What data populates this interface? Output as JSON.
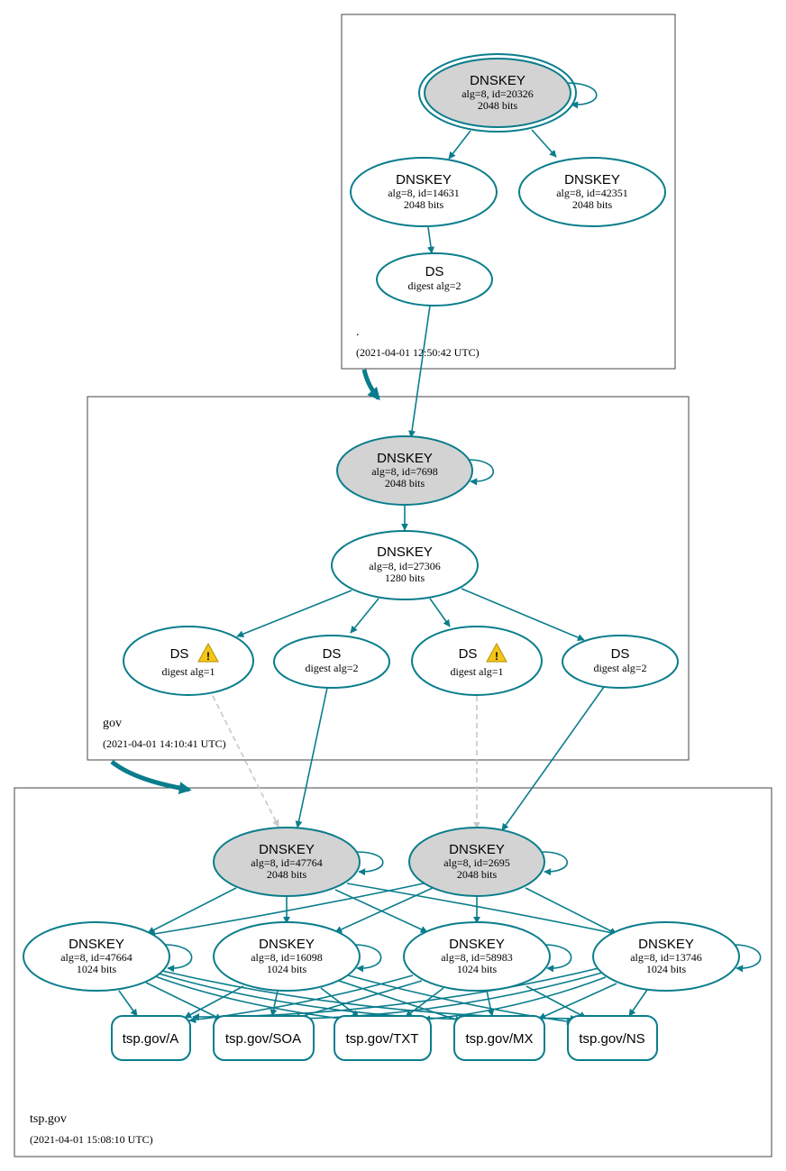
{
  "colors": {
    "edge": "#0a7d8c",
    "dashed_edge": "#c8c8c8",
    "sep_fill": "#d3d3d3",
    "warning": "#f5c518"
  },
  "zones": {
    "root": {
      "name": ".",
      "time": "(2021-04-01 12:50:42 UTC)"
    },
    "gov": {
      "name": "gov",
      "time": "(2021-04-01 14:10:41 UTC)"
    },
    "tsp": {
      "name": "tsp.gov",
      "time": "(2021-04-01 15:08:10 UTC)"
    }
  },
  "nodes": {
    "root_ksk": {
      "title": "DNSKEY",
      "line1": "alg=8, id=20326",
      "line2": "2048 bits"
    },
    "root_zsk1": {
      "title": "DNSKEY",
      "line1": "alg=8, id=14631",
      "line2": "2048 bits"
    },
    "root_zsk2": {
      "title": "DNSKEY",
      "line1": "alg=8, id=42351",
      "line2": "2048 bits"
    },
    "root_ds": {
      "title": "DS",
      "line1": "digest alg=2"
    },
    "gov_ksk": {
      "title": "DNSKEY",
      "line1": "alg=8, id=7698",
      "line2": "2048 bits"
    },
    "gov_zsk": {
      "title": "DNSKEY",
      "line1": "alg=8, id=27306",
      "line2": "1280 bits"
    },
    "gov_ds1": {
      "title": "DS",
      "line1": "digest alg=1",
      "warning": true
    },
    "gov_ds2": {
      "title": "DS",
      "line1": "digest alg=2"
    },
    "gov_ds3": {
      "title": "DS",
      "line1": "digest alg=1",
      "warning": true
    },
    "gov_ds4": {
      "title": "DS",
      "line1": "digest alg=2"
    },
    "tsp_ksk1": {
      "title": "DNSKEY",
      "line1": "alg=8, id=47764",
      "line2": "2048 bits"
    },
    "tsp_ksk2": {
      "title": "DNSKEY",
      "line1": "alg=8, id=2695",
      "line2": "2048 bits"
    },
    "tsp_zsk1": {
      "title": "DNSKEY",
      "line1": "alg=8, id=47664",
      "line2": "1024 bits"
    },
    "tsp_zsk2": {
      "title": "DNSKEY",
      "line1": "alg=8, id=16098",
      "line2": "1024 bits"
    },
    "tsp_zsk3": {
      "title": "DNSKEY",
      "line1": "alg=8, id=58983",
      "line2": "1024 bits"
    },
    "tsp_zsk4": {
      "title": "DNSKEY",
      "line1": "alg=8, id=13746",
      "line2": "1024 bits"
    }
  },
  "rrsets": {
    "a": "tsp.gov/A",
    "soa": "tsp.gov/SOA",
    "txt": "tsp.gov/TXT",
    "mx": "tsp.gov/MX",
    "ns": "tsp.gov/NS"
  }
}
